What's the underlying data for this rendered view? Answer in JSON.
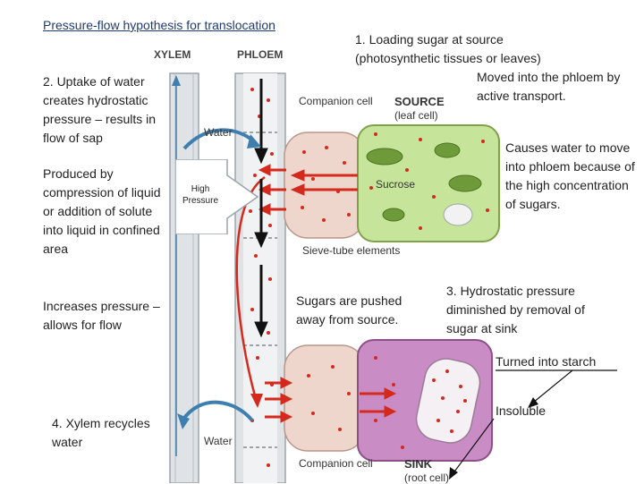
{
  "title": "Pressure-flow hypothesis for translocation",
  "notes": {
    "uptake": "2. Uptake of water creates hydrostatic pressure – results in flow of sap",
    "compression": "Produced by compression of liquid or addition of solute into liquid in confined area",
    "increase": "Increases pressure – allows for flow",
    "recycle": "4. Xylem recycles water",
    "loading": "1. Loading sugar at source (photosynthetic tissues or leaves)",
    "active": "Moved into the phloem by active transport.",
    "causes": "Causes water to move into phloem because of the high concentration of sugars.",
    "pushed": "Sugars are pushed away from source.",
    "hydro": "3. Hydrostatic pressure diminished by removal of sugar at sink",
    "starch": "Turned into starch",
    "insoluble": "Insoluble"
  },
  "callout": {
    "text": "High Pressure"
  },
  "figure_labels": {
    "xylem": "XYLEM",
    "phloem": "PHLOEM",
    "companion_top": "Companion cell",
    "source": "SOURCE",
    "leaf_cell": "(leaf cell)",
    "water_top": "Water",
    "sucrose": "Sucrose",
    "sieve_tube": "Sieve-tube elements",
    "water_bottom": "Water",
    "companion_bottom": "Companion cell",
    "sink": "SINK",
    "root_cell": "(root cell)"
  },
  "colors": {
    "title": "#1f3b73",
    "arrow_red": "#d42a1e",
    "water_blue": "#3f7fb0",
    "source_cell": "#c7e59a",
    "sink_cell": "#c98cc4",
    "companion_cell": "#eed6cc"
  }
}
